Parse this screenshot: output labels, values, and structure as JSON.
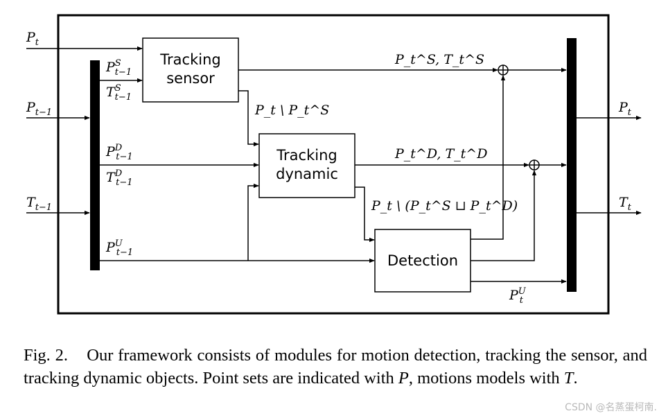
{
  "boxes": {
    "tracking_sensor": [
      "Tracking",
      "sensor"
    ],
    "tracking_dynamic": [
      "Tracking",
      "dynamic"
    ],
    "detection": "Detection"
  },
  "labels": {
    "p_t": {
      "base": "P",
      "sub": "t"
    },
    "p_t_minus_1": {
      "base": "P",
      "sub": "t−1"
    },
    "t_t_minus_1": {
      "base": "T",
      "sub": "t−1"
    },
    "p_s_prev": {
      "base": "P",
      "sup": "S",
      "sub": "t−1"
    },
    "t_s_prev": {
      "base": "T",
      "sup": "S",
      "sub": "t−1"
    },
    "p_d_prev": {
      "base": "P",
      "sup": "D",
      "sub": "t−1"
    },
    "t_d_prev": {
      "base": "T",
      "sup": "D",
      "sub": "t−1"
    },
    "p_u_prev": {
      "base": "P",
      "sup": "U",
      "sub": "t−1"
    },
    "sensor_out": "P_t^S, T_t^S",
    "dynamic_out": "P_t^D, T_t^D",
    "sensor_residual": "P_t \\ P_t^S",
    "dynamic_residual": "P_t \\ (P_t^S ⊔ P_t^D)",
    "p_u_out": {
      "base": "P",
      "sup": "U",
      "sub": "t"
    },
    "out_p": {
      "base": "P",
      "sub": "t"
    },
    "out_t": {
      "base": "T",
      "sub": "t"
    }
  },
  "caption": {
    "fig_label": "Fig. 2.",
    "text_1": "Our framework consists of modules for motion detection, tracking the sensor, and tracking dynamic objects. Point sets are indicated with ",
    "var_p": "P",
    "text_2": ", motions models with ",
    "var_t": "T",
    "text_3": "."
  },
  "watermark": "CSDN @名蒸蛋柯南."
}
